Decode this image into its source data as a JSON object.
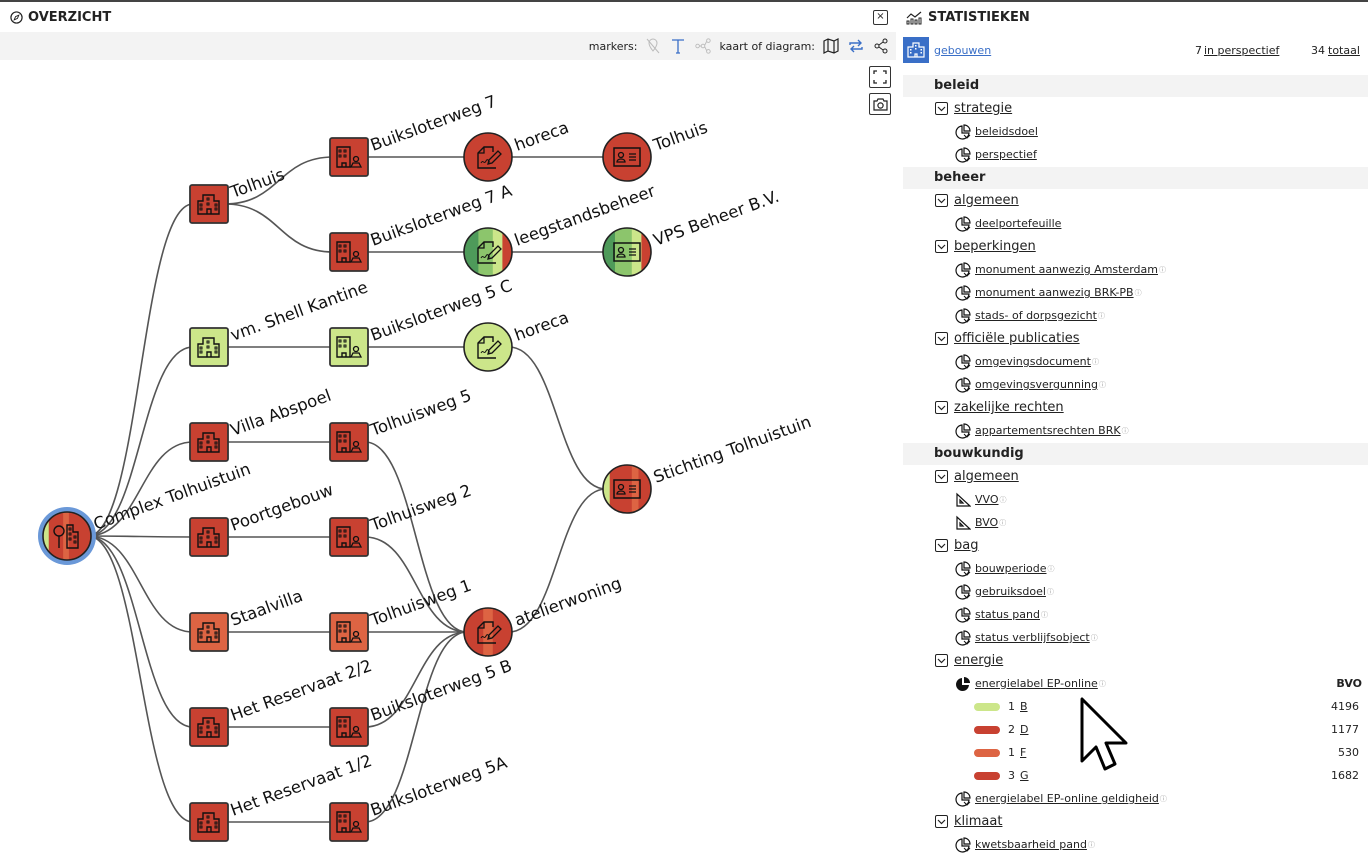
{
  "left_panel": {
    "title": "OVERZICHT",
    "close": "×",
    "markers_label": "markers:",
    "view_label": "kaart of diagram:"
  },
  "right_panel": {
    "title": "STATISTIEKEN",
    "layer": "gebouwen",
    "in_perspective_count": "7",
    "in_perspective_label": "in perspectief",
    "total_count": "34",
    "total_label": "totaal"
  },
  "colors": {
    "red": "#c84131",
    "orange": "#dd6443",
    "lightgreen": "#cce68a",
    "green": "#8cc56c",
    "darkgreen": "#4e9a5a",
    "ring": "#6a98d8",
    "accent": "#3a6fc7"
  },
  "graph": {
    "nodes": [
      {
        "id": "root",
        "label": "Complex Tolhuistuin",
        "shape": "circle",
        "icon": "tree-building",
        "stripes": [
          [
            "lightgreen",
            0.12
          ],
          [
            "red",
            0.3
          ],
          [
            "orange",
            0.12
          ],
          [
            "red",
            0.46
          ]
        ],
        "selected": true
      },
      {
        "id": "c1a",
        "label": "Tolhuis",
        "shape": "square",
        "icon": "building",
        "fill": "red"
      },
      {
        "id": "c1b",
        "label": "vm. Shell Kantine",
        "shape": "square",
        "icon": "building",
        "fill": "lightgreen"
      },
      {
        "id": "c1c",
        "label": "Villa Abspoel",
        "shape": "square",
        "icon": "building",
        "fill": "red"
      },
      {
        "id": "c1d",
        "label": "Poortgebouw",
        "shape": "square",
        "icon": "building",
        "fill": "red"
      },
      {
        "id": "c1e",
        "label": "Staalvilla",
        "shape": "square",
        "icon": "building",
        "fill": "orange"
      },
      {
        "id": "c1f",
        "label": "Het Reservaat 2/2",
        "shape": "square",
        "icon": "building",
        "fill": "red"
      },
      {
        "id": "c1g",
        "label": "Het Reservaat 1/2",
        "shape": "square",
        "icon": "building",
        "fill": "red"
      },
      {
        "id": "c2a",
        "label": "Buiksloterweg 7",
        "shape": "square",
        "icon": "building-person",
        "fill": "red"
      },
      {
        "id": "c2b",
        "label": "Buiksloterweg 7 A",
        "shape": "square",
        "icon": "building-person",
        "fill": "red"
      },
      {
        "id": "c2c",
        "label": "Buiksloterweg 5 C",
        "shape": "square",
        "icon": "building-person",
        "fill": "lightgreen"
      },
      {
        "id": "c2d",
        "label": "Tolhuisweg 5",
        "shape": "square",
        "icon": "building-person",
        "fill": "red"
      },
      {
        "id": "c2e",
        "label": "Tolhuisweg 2",
        "shape": "square",
        "icon": "building-person",
        "fill": "red"
      },
      {
        "id": "c2f",
        "label": "Tolhuisweg 1",
        "shape": "square",
        "icon": "building-person",
        "fill": "orange"
      },
      {
        "id": "c2g",
        "label": "Buiksloterweg 5 B",
        "shape": "square",
        "icon": "building-person",
        "fill": "red"
      },
      {
        "id": "c2h",
        "label": "Buiksloterweg 5A",
        "shape": "square",
        "icon": "building-person",
        "fill": "red"
      },
      {
        "id": "c3a",
        "label": "horeca",
        "shape": "circle",
        "icon": "contract",
        "stripes": [
          [
            "red",
            1
          ]
        ]
      },
      {
        "id": "c3b",
        "label": "leegstandsbeheer",
        "shape": "circle",
        "icon": "contract",
        "stripes": [
          [
            "darkgreen",
            0.3
          ],
          [
            "green",
            0.3
          ],
          [
            "lightgreen",
            0.2
          ],
          [
            "red",
            0.2
          ]
        ]
      },
      {
        "id": "c3c",
        "label": "horeca",
        "shape": "circle",
        "icon": "contract",
        "stripes": [
          [
            "lightgreen",
            1
          ]
        ]
      },
      {
        "id": "c3d",
        "label": "atelierwoning",
        "shape": "circle",
        "icon": "contract",
        "stripes": [
          [
            "red",
            0.4
          ],
          [
            "orange",
            0.2
          ],
          [
            "red",
            0.4
          ]
        ]
      },
      {
        "id": "c4a",
        "label": "Tolhuis",
        "shape": "circle",
        "icon": "id-card",
        "stripes": [
          [
            "red",
            1
          ]
        ]
      },
      {
        "id": "c4b",
        "label": "VPS Beheer B.V.",
        "shape": "circle",
        "icon": "id-card",
        "stripes": [
          [
            "darkgreen",
            0.25
          ],
          [
            "green",
            0.35
          ],
          [
            "lightgreen",
            0.2
          ],
          [
            "red",
            0.2
          ]
        ]
      },
      {
        "id": "c4c",
        "label": "Stichting Tolhuistuin",
        "shape": "circle",
        "icon": "id-card",
        "stripes": [
          [
            "lightgreen",
            0.14
          ],
          [
            "red",
            0.46
          ],
          [
            "orange",
            0.14
          ],
          [
            "red",
            0.26
          ]
        ]
      }
    ],
    "edges": [
      [
        "root",
        "c1a"
      ],
      [
        "root",
        "c1b"
      ],
      [
        "root",
        "c1c"
      ],
      [
        "root",
        "c1d"
      ],
      [
        "root",
        "c1e"
      ],
      [
        "root",
        "c1f"
      ],
      [
        "root",
        "c1g"
      ],
      [
        "c1a",
        "c2a"
      ],
      [
        "c1a",
        "c2b"
      ],
      [
        "c1b",
        "c2c"
      ],
      [
        "c1c",
        "c2d"
      ],
      [
        "c1d",
        "c2e"
      ],
      [
        "c1e",
        "c2f"
      ],
      [
        "c1f",
        "c2g"
      ],
      [
        "c1g",
        "c2h"
      ],
      [
        "c2a",
        "c3a"
      ],
      [
        "c2b",
        "c3b"
      ],
      [
        "c2c",
        "c3c"
      ],
      [
        "c2d",
        "c3d"
      ],
      [
        "c2e",
        "c3d"
      ],
      [
        "c2f",
        "c3d"
      ],
      [
        "c2g",
        "c3d"
      ],
      [
        "c2h",
        "c3d"
      ],
      [
        "c3a",
        "c4a"
      ],
      [
        "c3b",
        "c4b"
      ],
      [
        "c3c",
        "c4c"
      ],
      [
        "c3d",
        "c4c"
      ]
    ]
  },
  "tree": [
    {
      "section": "beleid",
      "groups": [
        {
          "label": "strategie",
          "items": [
            {
              "label": "beleidsdoel",
              "info": false
            },
            {
              "label": "perspectief",
              "info": false
            }
          ]
        }
      ]
    },
    {
      "section": "beheer",
      "groups": [
        {
          "label": "algemeen",
          "items": [
            {
              "label": "deelportefeuille",
              "info": false
            }
          ]
        },
        {
          "label": "beperkingen",
          "items": [
            {
              "label": "monument aanwezig Amsterdam",
              "info": true
            },
            {
              "label": "monument aanwezig BRK-PB",
              "info": true
            },
            {
              "label": "stads- of dorpsgezicht",
              "info": true
            }
          ]
        },
        {
          "label": "officiële publicaties",
          "items": [
            {
              "label": "omgevingsdocument",
              "info": true
            },
            {
              "label": "omgevingsvergunning",
              "info": true
            }
          ]
        },
        {
          "label": "zakelijke rechten",
          "items": [
            {
              "label": "appartementsrechten BRK",
              "info": true
            }
          ]
        }
      ]
    },
    {
      "section": "bouwkundig",
      "groups": [
        {
          "label": "algemeen",
          "items": [
            {
              "label": "VVO",
              "info": true,
              "icon": "ruler"
            },
            {
              "label": "BVO",
              "info": true,
              "icon": "ruler"
            }
          ]
        },
        {
          "label": "bag",
          "items": [
            {
              "label": "bouwperiode",
              "info": true
            },
            {
              "label": "gebruiksdoel",
              "info": true
            },
            {
              "label": "status pand",
              "info": true
            },
            {
              "label": "status verblijfsobject",
              "info": true
            }
          ]
        },
        {
          "label": "energie",
          "items": [
            {
              "label": "energielabel EP-online",
              "info": true,
              "active": true,
              "unit": "BVO",
              "legend": [
                {
                  "count": "1",
                  "label": "B",
                  "color": "lightgreen",
                  "value": "4196"
                },
                {
                  "count": "2",
                  "label": "D",
                  "color": "red",
                  "value": "1177"
                },
                {
                  "count": "1",
                  "label": "F",
                  "color": "orange",
                  "value": "530"
                },
                {
                  "count": "3",
                  "label": "G",
                  "color": "red",
                  "value": "1682"
                }
              ]
            },
            {
              "label": "energielabel EP-online geldigheid",
              "info": true
            }
          ]
        },
        {
          "label": "klimaat",
          "items": [
            {
              "label": "kwetsbaarheid pand",
              "info": true
            }
          ]
        }
      ]
    }
  ]
}
